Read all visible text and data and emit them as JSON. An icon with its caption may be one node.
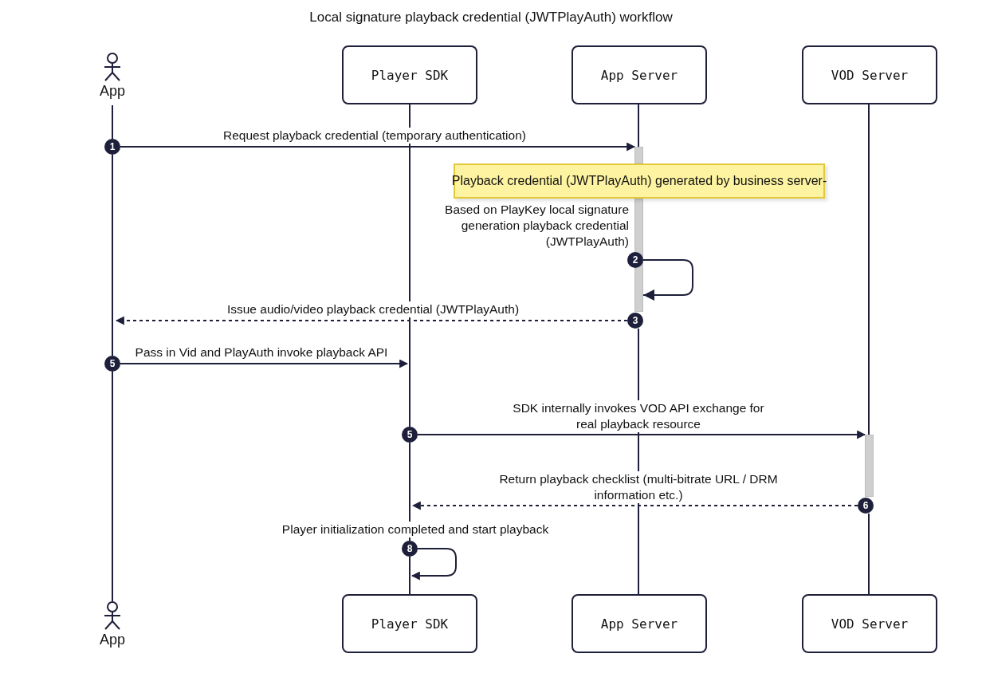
{
  "diagram": {
    "title": "Local signature playback credential (JWTPlayAuth) workflow",
    "nodes": [
      {
        "text": [
          "App"
        ]
      },
      {
        "text": [
          "Player SDK"
        ]
      },
      {
        "text": [
          "App Server"
        ]
      },
      {
        "text": [
          "VOD Server"
        ]
      },
      {
        "text": [
          "App"
        ]
      },
      {
        "text": [
          "Player SDK"
        ]
      },
      {
        "text": [
          "App Server"
        ]
      },
      {
        "text": [
          "VOD Server"
        ]
      },
      {
        "text": [
          "Playback credential (JWTPlayAuth) generated by business server-"
        ]
      },
      {
        "text": [],
        "shape": "bar"
      },
      {
        "text": [],
        "shape": "bar"
      },
      {
        "text": [
          "1"
        ]
      },
      {
        "text": [
          "2"
        ]
      },
      {
        "text": [
          "3"
        ]
      },
      {
        "text": [
          "5"
        ]
      },
      {
        "text": [
          "5"
        ]
      },
      {
        "text": [
          "6"
        ]
      },
      {
        "text": [
          "8"
        ]
      },
      {
        "text": [],
        "shape": "bar"
      }
    ],
    "edges": [
      {
        "from": 0,
        "to": 11,
        "arrow": "none"
      },
      {
        "from": 11,
        "to": 14,
        "arrow": "none"
      },
      {
        "from": 14,
        "to": 4,
        "arrow": "none"
      },
      {
        "from": 1,
        "to": 15,
        "arrow": "none"
      },
      {
        "from": 15,
        "to": 17,
        "arrow": "none"
      },
      {
        "from": 17,
        "to": 5,
        "arrow": "none"
      },
      {
        "from": 2,
        "to": 9,
        "arrow": "none"
      },
      {
        "from": 13,
        "to": 6,
        "arrow": "none"
      },
      {
        "from": 3,
        "to": 10,
        "arrow": "none"
      },
      {
        "from": 16,
        "to": 7,
        "arrow": "none"
      },
      {
        "from": 11,
        "to": 9,
        "arrow": "to",
        "label": "Request playback credential (temporary authentication)"
      },
      {
        "from": 12,
        "to": 18,
        "arrow": "to",
        "label": "Based on PlayKey local signature generation playback credential (JWTPlayAuth)"
      },
      {
        "from": 13,
        "to": null,
        "arrow": "to",
        "style": "dashed",
        "label": "Issue audio/video playback credential (JWTPlayAuth)"
      },
      {
        "from": 14,
        "to": null,
        "arrow": "to",
        "label": "Pass in Vid and PlayAuth invoke playback API"
      },
      {
        "from": 15,
        "to": 10,
        "arrow": "to",
        "label": "SDK internally invokes VOD API exchange for real playback resource"
      },
      {
        "from": 16,
        "to": null,
        "arrow": "to",
        "style": "dashed",
        "label": "Return playback checklist (multi-bitrate URL / DRM information etc.)"
      },
      {
        "from": 17,
        "to": null,
        "arrow": "to",
        "label": "Player initialization completed and start playback"
      }
    ]
  }
}
